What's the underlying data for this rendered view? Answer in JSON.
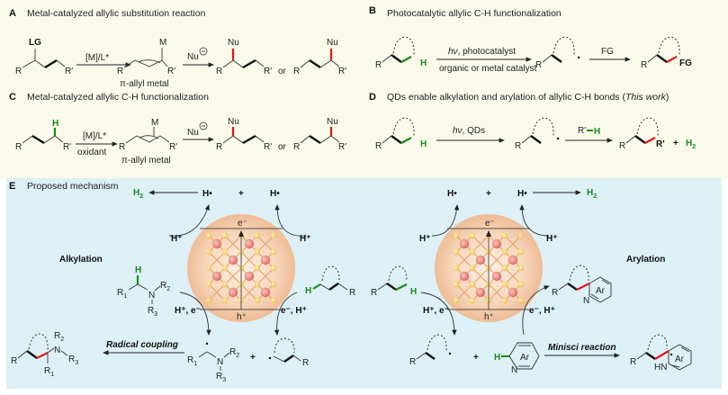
{
  "colors": {
    "top_bg": "#FAFAEB",
    "mechanism_bg": "#DCF0F5",
    "highlight_green": "#1A8A1A",
    "new_bond_red": "#E01818",
    "qd_fill": "#F2C6A0",
    "atom_large": "#E87A6E",
    "atom_small": "#F2CF6A"
  },
  "panelA": {
    "letter": "A",
    "title": "Metal-catalyzed allylic substitution reaction",
    "substrate_lg": "LG",
    "r": "R",
    "rp": "R'",
    "reagent": "[M]/L*",
    "metal": "M",
    "intermediate_label": "π-allyl metal",
    "nucleophile": "Nu",
    "product_nu": "Nu",
    "or": "or"
  },
  "panelB": {
    "letter": "B",
    "title": "Photocatalytic allylic C-H functionalization",
    "r": "R",
    "h": "H",
    "cond_top": "hν, photocatalyst",
    "cond_bottom": "organic or metal catalyst",
    "reagent": "FG",
    "product_fg": "FG"
  },
  "panelC": {
    "letter": "C",
    "title": "Metal-catalyzed allylic C-H functionalization",
    "h": "H",
    "r": "R",
    "rp": "R'",
    "reagent_top": "[M]/L*",
    "reagent_bottom": "oxidant",
    "metal": "M",
    "intermediate_label": "π-allyl metal",
    "nucleophile": "Nu",
    "product_nu": "Nu",
    "or": "or"
  },
  "panelD": {
    "letter": "D",
    "title_main": "QDs enable alkylation and arylation of allylic C-H bonds (",
    "title_italic": "This work",
    "title_end": ")",
    "r": "R",
    "h": "H",
    "cond": "hν, QDs",
    "reagent_r": "R'",
    "reagent_h": "H",
    "product_rp": "R'",
    "plus": "+",
    "h2": "H",
    "h2_sub": "2"
  },
  "panelE": {
    "letter": "E",
    "title": "Proposed mechanism",
    "left_label": "Alkylation",
    "right_label": "Arylation",
    "h_radical": "H•",
    "plus": "+",
    "h2": "H",
    "h2_sub": "2",
    "h_plus": "H⁺",
    "electron": "e⁻",
    "hole": "h⁺",
    "h_plus_e": "H⁺, e⁻",
    "e_h_plus": "e⁻, H⁺",
    "radical_coupling": "Radical coupling",
    "minisci": "Minisci reaction",
    "r": "R",
    "r1": "R",
    "r2": "R",
    "r3": "R",
    "sub1": "1",
    "sub2": "2",
    "sub3": "3",
    "n": "N",
    "hn": "HN",
    "ar": "Ar",
    "h": "H"
  }
}
